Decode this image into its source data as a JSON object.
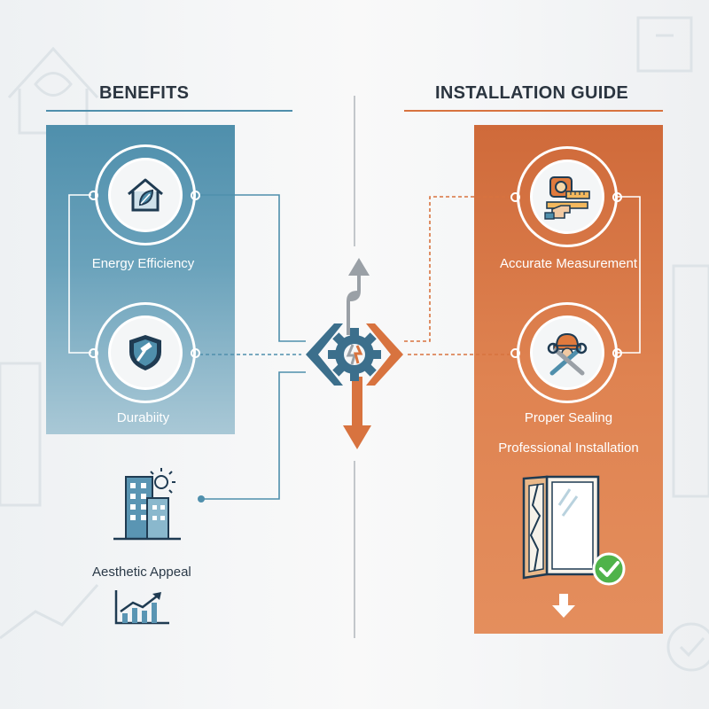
{
  "benefits": {
    "heading": "BENEFITS",
    "items": [
      {
        "label": "Energy Efficiency",
        "icon": "house-leaf-icon"
      },
      {
        "label": "Durabiity",
        "icon": "shield-hammer-icon"
      },
      {
        "label": "Aesthetic Appeal",
        "icon": "building-sun-icon"
      }
    ]
  },
  "installation": {
    "heading": "INSTALLATION GUIDE",
    "items": [
      {
        "label": "Accurate Measurement",
        "icon": "tape-measure-icon"
      },
      {
        "label": "Proper Sealing",
        "icon": "worker-tools-icon"
      },
      {
        "label": "Professional Installation",
        "icon": "window-check-icon"
      }
    ]
  },
  "colors": {
    "blue_accent": "#4f8fac",
    "orange_accent": "#d8733f",
    "heading_text": "#2b3540",
    "gray_arrow": "#9aa0a6",
    "check_green": "#4fb34a"
  }
}
